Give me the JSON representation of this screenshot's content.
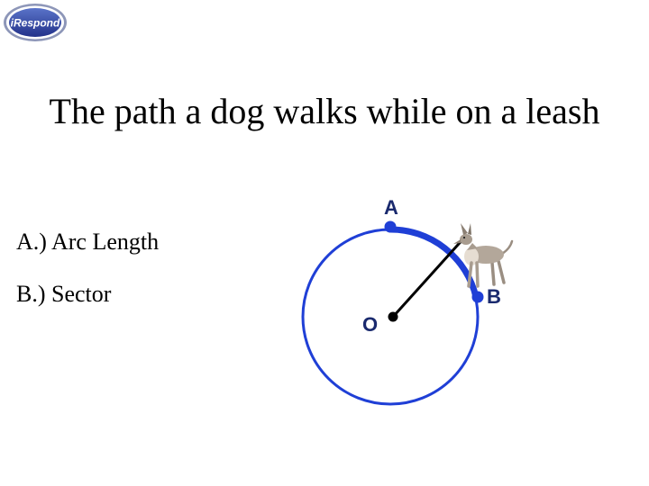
{
  "logo": {
    "text": "iRespond"
  },
  "slide": {
    "title": "The path a dog walks while on a leash"
  },
  "choices": [
    {
      "label": "A.) Arc Length"
    },
    {
      "label": "B.) Sector"
    }
  ],
  "diagram": {
    "point_a": "A",
    "point_b": "B",
    "center": "O",
    "colors": {
      "circle": "#1f3fd6",
      "arc": "#1f3fd6",
      "leash": "#000000"
    },
    "dog_icon": "dog-icon"
  }
}
